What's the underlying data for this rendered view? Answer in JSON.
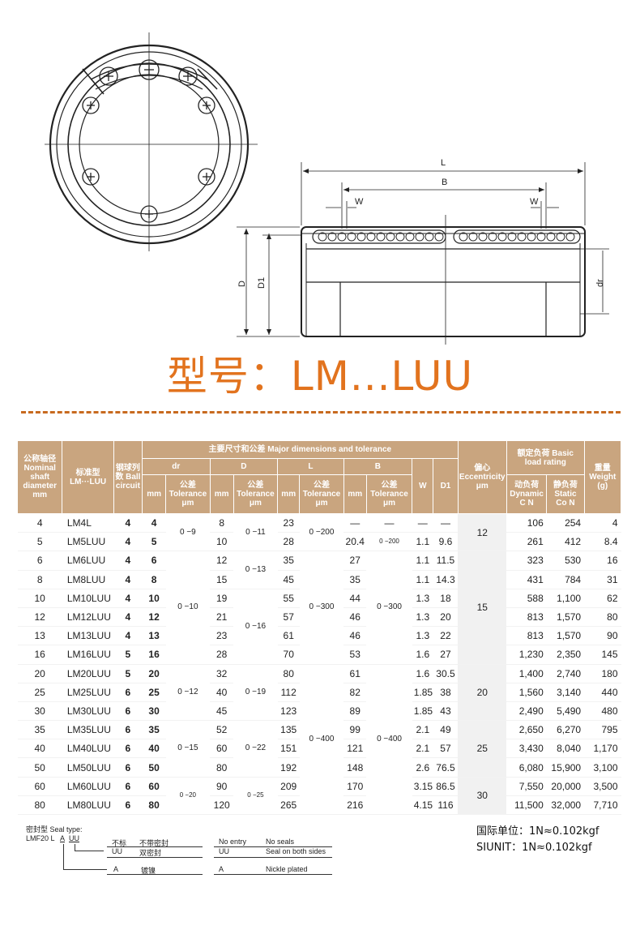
{
  "title": "型号：LM...LUU",
  "diagram": {
    "L": "L",
    "B": "B",
    "W1": "W",
    "W2": "W",
    "D": "D",
    "D1": "D1",
    "dr": "dr"
  },
  "table": {
    "h_nominal": "公称轴径 Nominal shaft diameter mm",
    "h_model": "标准型 LM···LUU",
    "h_ball": "钢球列数 Ball circuit",
    "h_main": "主要尺寸和公差  Major dimensions and tolerance",
    "h_dr": "dr",
    "h_D": "D",
    "h_L": "L",
    "h_B": "B",
    "h_W": "W",
    "h_D1": "D1",
    "h_ecc": "偏心 Eccentricity μm",
    "h_load": "额定负荷 Basic load rating",
    "h_weight": "重量 Weight (g)",
    "h_mm": "mm",
    "h_tol": "公差 Tolerance μm",
    "h_dyn": "动负荷 Dynamic C N",
    "h_static": "静负荷 Static Co N",
    "rows": [
      {
        "n": "4",
        "m": "LM4L",
        "ball": "4",
        "dr": "4",
        "D": "8",
        "L": "23",
        "B": "—",
        "btol": "—",
        "W": "—",
        "D1": "—",
        "c": "106",
        "co": "254",
        "wt": "4"
      },
      {
        "n": "5",
        "m": "LM5LUU",
        "ball": "4",
        "dr": "5",
        "D": "10",
        "L": "28",
        "B": "20.4",
        "btol": "0 −200",
        "W": "1.1",
        "D1": "9.6",
        "c": "261",
        "co": "412",
        "wt": "8.4"
      },
      {
        "n": "6",
        "m": "LM6LUU",
        "ball": "4",
        "dr": "6",
        "D": "12",
        "L": "35",
        "B": "27",
        "W": "1.1",
        "D1": "11.5",
        "c": "323",
        "co": "530",
        "wt": "16"
      },
      {
        "n": "8",
        "m": "LM8LUU",
        "ball": "4",
        "dr": "8",
        "D": "15",
        "L": "45",
        "B": "35",
        "W": "1.1",
        "D1": "14.3",
        "c": "431",
        "co": "784",
        "wt": "31"
      },
      {
        "n": "10",
        "m": "LM10LUU",
        "ball": "4",
        "dr": "10",
        "D": "19",
        "L": "55",
        "B": "44",
        "W": "1.3",
        "D1": "18",
        "c": "588",
        "co": "1,100",
        "wt": "62"
      },
      {
        "n": "12",
        "m": "LM12LUU",
        "ball": "4",
        "dr": "12",
        "D": "21",
        "L": "57",
        "B": "46",
        "W": "1.3",
        "D1": "20",
        "c": "813",
        "co": "1,570",
        "wt": "80"
      },
      {
        "n": "13",
        "m": "LM13LUU",
        "ball": "4",
        "dr": "13",
        "D": "23",
        "L": "61",
        "B": "46",
        "W": "1.3",
        "D1": "22",
        "c": "813",
        "co": "1,570",
        "wt": "90"
      },
      {
        "n": "16",
        "m": "LM16LUU",
        "ball": "5",
        "dr": "16",
        "D": "28",
        "L": "70",
        "B": "53",
        "W": "1.6",
        "D1": "27",
        "c": "1,230",
        "co": "2,350",
        "wt": "145"
      },
      {
        "n": "20",
        "m": "LM20LUU",
        "ball": "5",
        "dr": "20",
        "D": "32",
        "L": "80",
        "B": "61",
        "W": "1.6",
        "D1": "30.5",
        "c": "1,400",
        "co": "2,740",
        "wt": "180"
      },
      {
        "n": "25",
        "m": "LM25LUU",
        "ball": "6",
        "dr": "25",
        "D": "40",
        "L": "112",
        "B": "82",
        "W": "1.85",
        "D1": "38",
        "c": "1,560",
        "co": "3,140",
        "wt": "440"
      },
      {
        "n": "30",
        "m": "LM30LUU",
        "ball": "6",
        "dr": "30",
        "D": "45",
        "L": "123",
        "B": "89",
        "W": "1.85",
        "D1": "43",
        "c": "2,490",
        "co": "5,490",
        "wt": "480"
      },
      {
        "n": "35",
        "m": "LM35LUU",
        "ball": "6",
        "dr": "35",
        "D": "52",
        "L": "135",
        "B": "99",
        "W": "2.1",
        "D1": "49",
        "c": "2,650",
        "co": "6,270",
        "wt": "795"
      },
      {
        "n": "40",
        "m": "LM40LUU",
        "ball": "6",
        "dr": "40",
        "D": "60",
        "L": "151",
        "B": "121",
        "W": "2.1",
        "D1": "57",
        "c": "3,430",
        "co": "8,040",
        "wt": "1,170"
      },
      {
        "n": "50",
        "m": "LM50LUU",
        "ball": "6",
        "dr": "50",
        "D": "80",
        "L": "192",
        "B": "148",
        "W": "2.6",
        "D1": "76.5",
        "c": "6,080",
        "co": "15,900",
        "wt": "3,100"
      },
      {
        "n": "60",
        "m": "LM60LUU",
        "ball": "6",
        "dr": "60",
        "D": "90",
        "L": "209",
        "B": "170",
        "W": "3.15",
        "D1": "86.5",
        "c": "7,550",
        "co": "20,000",
        "wt": "3,500"
      },
      {
        "n": "80",
        "m": "LM80LUU",
        "ball": "6",
        "dr": "80",
        "D": "120",
        "L": "265",
        "B": "216",
        "W": "4.15",
        "D1": "116",
        "c": "11,500",
        "co": "32,000",
        "wt": "7,710"
      }
    ],
    "tol_dr": [
      "0 −9",
      "0 −10",
      "0 −12",
      "0 −15",
      "0 −20"
    ],
    "tol_D": [
      "0 −11",
      "0 −13",
      "0 −16",
      "0 −19",
      "0 −22",
      "0 −25"
    ],
    "tol_L": [
      "0 −200",
      "0 −300",
      "0 −400"
    ],
    "tol_B": [
      "0 −300",
      "0 −400"
    ],
    "ecc": [
      "12",
      "15",
      "20",
      "25",
      "30"
    ]
  },
  "seal": {
    "label": "密封型 Seal type:",
    "code_prefix": "LMF20 L",
    "code_a": "A",
    "code_uu": "UU",
    "cn1_a": "不标",
    "cn1_b": "不带密封",
    "cn2_a": "UU",
    "cn2_b": "双密封",
    "en1_a": "No entry",
    "en1_b": "No seals",
    "en2_a": "UU",
    "en2_b": "Seal on both sides",
    "a_label": "A",
    "a_cn": "镀镍",
    "a_label2": "A",
    "a_en": "Nickle plated"
  },
  "units": {
    "line1": "国际单位：1N≈0.102kgf",
    "line2": "SIUNIT：1N≈0.102kgf"
  }
}
